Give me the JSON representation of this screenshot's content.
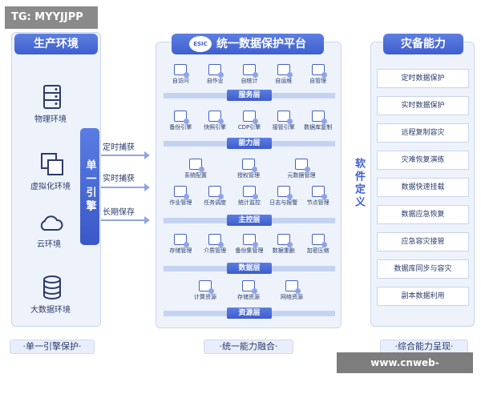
{
  "watermark_top": "TG: MYYJJPP",
  "watermark_bottom": "www.cnweb-chuanqi.com",
  "left": {
    "title": "生产环境",
    "items": [
      {
        "label": "物理环境",
        "icon": "server-rack-icon"
      },
      {
        "label": "虚拟化环境",
        "icon": "layers-icon"
      },
      {
        "label": "云环境",
        "icon": "cloud-icon"
      },
      {
        "label": "大数据环境",
        "icon": "database-stack-icon"
      }
    ],
    "engine": "单一引擎",
    "arrows": [
      "定时捕获",
      "实时捕获",
      "长期保存"
    ],
    "footer": "·单一引擎保护·"
  },
  "middle": {
    "title": "统一数据保护平台",
    "logo_text": "ESIC",
    "row_service": [
      "自访问",
      "自作业",
      "自统计",
      "自运维",
      "自管理"
    ],
    "layer_service": "服务层",
    "row_capability": [
      "备份引擎",
      "快照引擎",
      "CDP引擎",
      "接管引擎",
      "数据库复制"
    ],
    "layer_capability": "能力层",
    "row_control_1": [
      "系统配置",
      "授权管理",
      "元数据管理"
    ],
    "row_control_2": [
      "作业管理",
      "任务调度",
      "统计监控",
      "日志与报警",
      "节点管理"
    ],
    "layer_control": "主控层",
    "row_data": [
      "存储管理",
      "介质管理",
      "备份集管理",
      "数据重删",
      "加密压缩"
    ],
    "layer_data": "数据层",
    "row_resource": [
      "计算资源",
      "存储资源",
      "网络资源"
    ],
    "layer_resource": "资源层",
    "footer": "·统一能力融合·"
  },
  "right": {
    "title": "灾备能力",
    "side_label": "软件定义",
    "items": [
      "定时数据保护",
      "实时数据保护",
      "远程复制容灾",
      "灾难恢复演练",
      "数据快速挂载",
      "数据应急恢复",
      "应急容灾接管",
      "数据库同步与容灾",
      "副本数据利用"
    ],
    "footer": "·综合能力呈现·"
  },
  "colors": {
    "accent": "#3f5fcf",
    "panel_bg": "#eef3fb",
    "text": "#2a3b6b"
  }
}
